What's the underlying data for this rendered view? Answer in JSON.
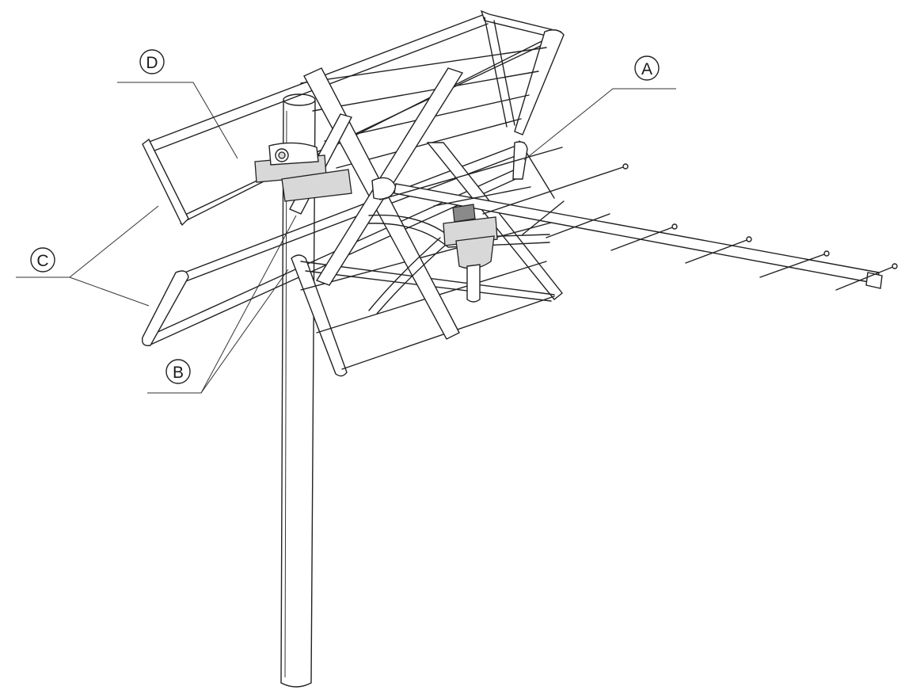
{
  "callouts": [
    {
      "id": "A",
      "label": "A"
    },
    {
      "id": "B",
      "label": "B"
    },
    {
      "id": "C",
      "label": "C"
    },
    {
      "id": "D",
      "label": "D"
    }
  ],
  "colors": {
    "line": "#222222",
    "background": "#ffffff",
    "shade": "#d8d8d8",
    "dark_part": "#8a8a8a"
  }
}
